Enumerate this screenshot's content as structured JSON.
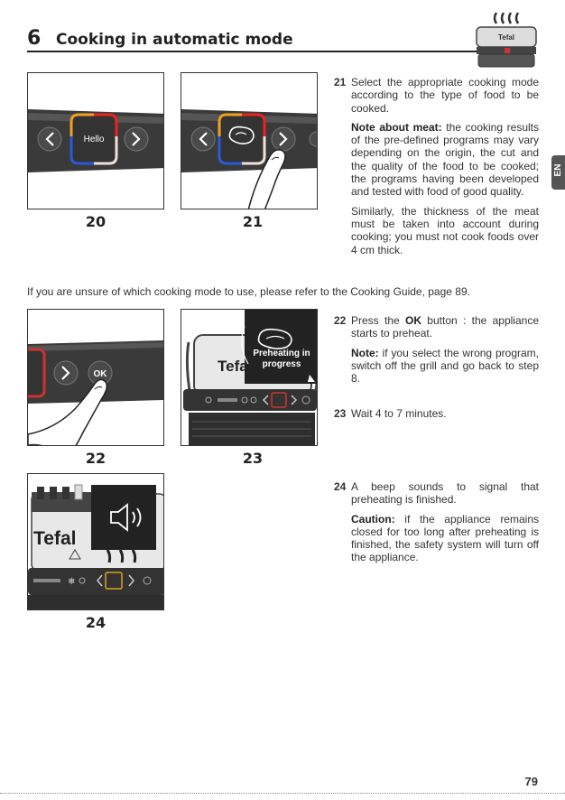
{
  "header": {
    "chapter_number": "6",
    "chapter_title": "Cooking in automatic mode",
    "logo_text": "Tefal"
  },
  "lang_tab": "EN",
  "figures": {
    "f20": {
      "number": "20",
      "display_text": "Hello"
    },
    "f21": {
      "number": "21"
    },
    "f22": {
      "number": "22",
      "button_text": "OK"
    },
    "f23": {
      "number": "23",
      "overlay_line1": "Preheating in",
      "overlay_line2": "progress",
      "grill_brand": "Tefal"
    },
    "f24": {
      "number": "24",
      "grill_brand": "Tefal"
    }
  },
  "steps": {
    "s21": {
      "number": "21",
      "text": "Select the appropriate cooking mode according to the type of food to be cooked.",
      "note_label": "Note about meat:",
      "note_text": " the cooking results of the pre-defined programs may vary depending on the origin, the cut and the quality of the food to be cooked; the programs having been developed and tested with food of good quality.",
      "extra": "Similarly, the thickness of the meat must be taken into account during cooking; you must not cook foods over 4 cm thick."
    },
    "s22": {
      "number": "22",
      "text_before": "Press the ",
      "ok": "OK",
      "text_after": " button : the appliance starts to preheat.",
      "note_label": "Note:",
      "note_text": " if you select the wrong program, switch off the grill and go back to step 8."
    },
    "s23": {
      "number": "23",
      "text": "Wait 4 to 7 minutes."
    },
    "s24": {
      "number": "24",
      "text": "A beep sounds to signal that preheating is finished.",
      "caution_label": "Caution:",
      "caution_text": " if the appliance remains closed for too long after preheating is finished, the safety system will turn off the appliance."
    }
  },
  "guide_note": "If you are unsure of which cooking mode to use, please refer to the Cooking Guide, page 89.",
  "page_number": "79"
}
